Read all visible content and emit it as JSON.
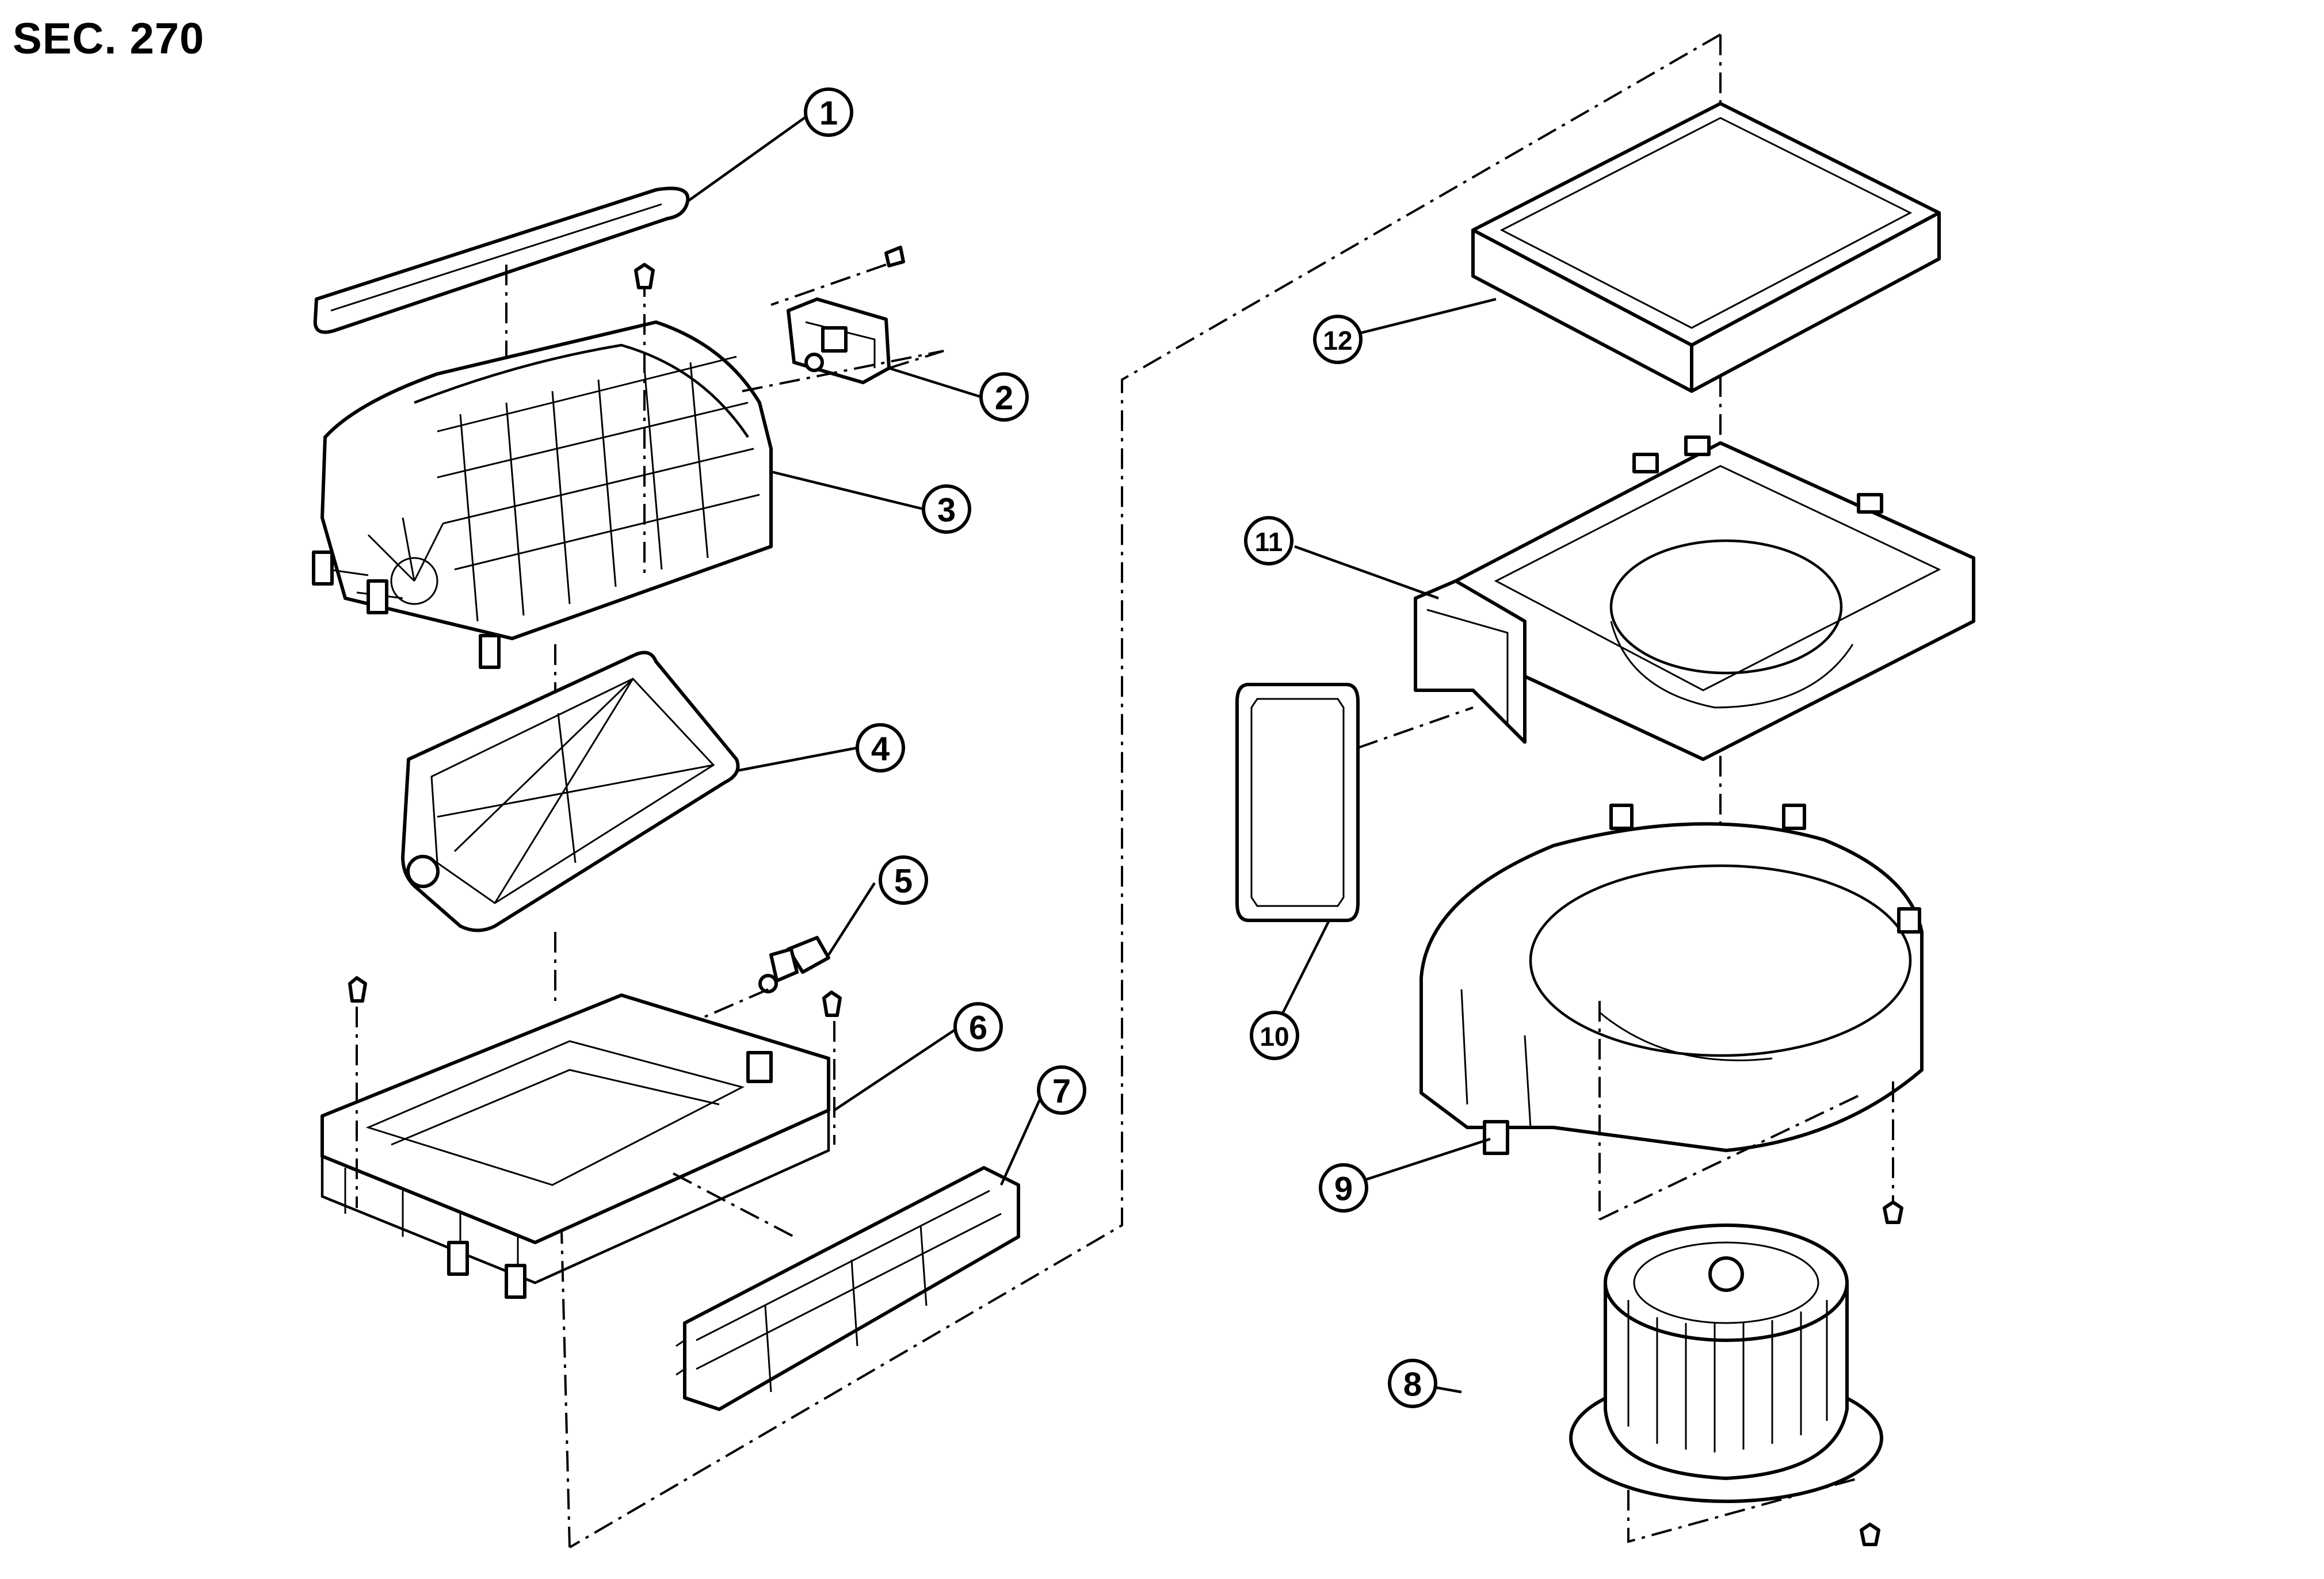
{
  "title": "SEC. 270",
  "callouts": [
    {
      "number": "1"
    },
    {
      "number": "2"
    },
    {
      "number": "3"
    },
    {
      "number": "4"
    },
    {
      "number": "5"
    },
    {
      "number": "6"
    },
    {
      "number": "7"
    },
    {
      "number": "8"
    },
    {
      "number": "9"
    },
    {
      "number": "10"
    },
    {
      "number": "11"
    },
    {
      "number": "12"
    }
  ]
}
